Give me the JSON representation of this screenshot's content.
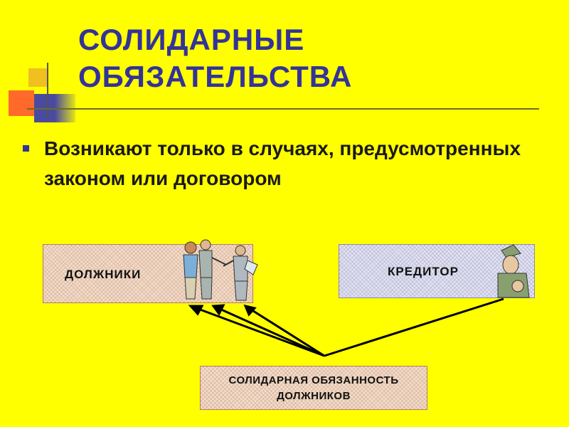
{
  "slide": {
    "title_line1": "СОЛИДАРНЫЕ",
    "title_line2": "ОБЯЗАТЕЛЬСТВА",
    "bullets": [
      "Возникают только в случаях, предусмотренных законом или договором"
    ]
  },
  "diagram": {
    "debtors_label": "ДОЛЖНИКИ",
    "creditor_label": "КРЕДИТОР",
    "obligation_line1": "СОЛИДАРНАЯ ОБЯЗАННОСТЬ",
    "obligation_line2": "ДОЛЖНИКОВ"
  },
  "colors": {
    "background": "#ffff00",
    "title": "#333399",
    "bullet": "#333399"
  }
}
